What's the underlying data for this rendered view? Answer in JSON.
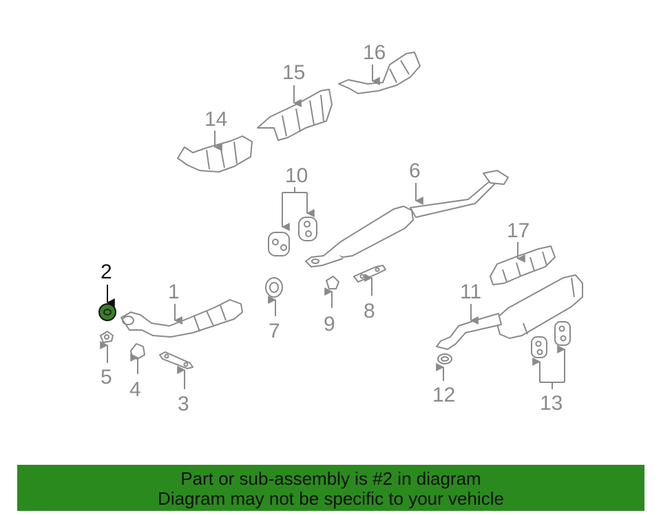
{
  "callouts": [
    "1",
    "2",
    "3",
    "4",
    "5",
    "6",
    "7",
    "8",
    "9",
    "10",
    "11",
    "12",
    "13",
    "14",
    "15",
    "16",
    "17"
  ],
  "highlight_callout": "2",
  "colors": {
    "highlight_part": "#3a7d2c",
    "banner": "#2b8a1e",
    "line": "#8a8a8a"
  },
  "banner": {
    "line1": "Part or sub-assembly is #2 in diagram",
    "line2": "Diagram may not be specific to your vehicle"
  }
}
